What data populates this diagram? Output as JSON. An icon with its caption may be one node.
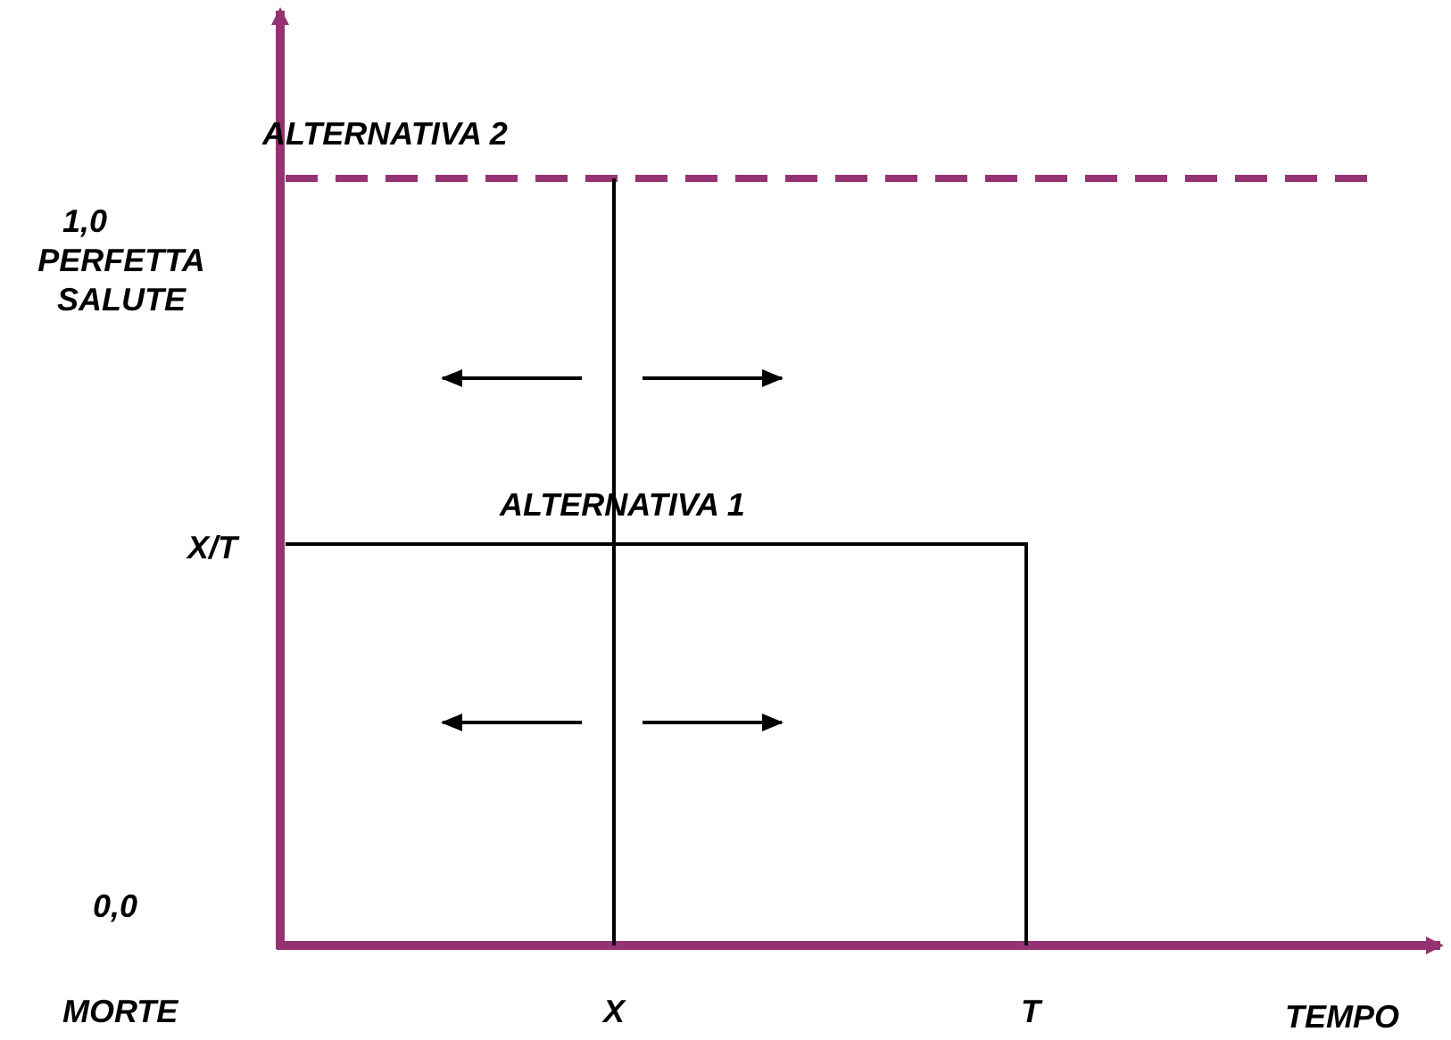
{
  "diagram": {
    "labels": [
      "ALTERNATIVA 2",
      "1,0",
      "PERFETTA SALUTE",
      "ALTERNATIVA 1",
      "X/T",
      "0,0",
      "MORTE",
      "X",
      "T",
      "TEMPO"
    ]
  }
}
